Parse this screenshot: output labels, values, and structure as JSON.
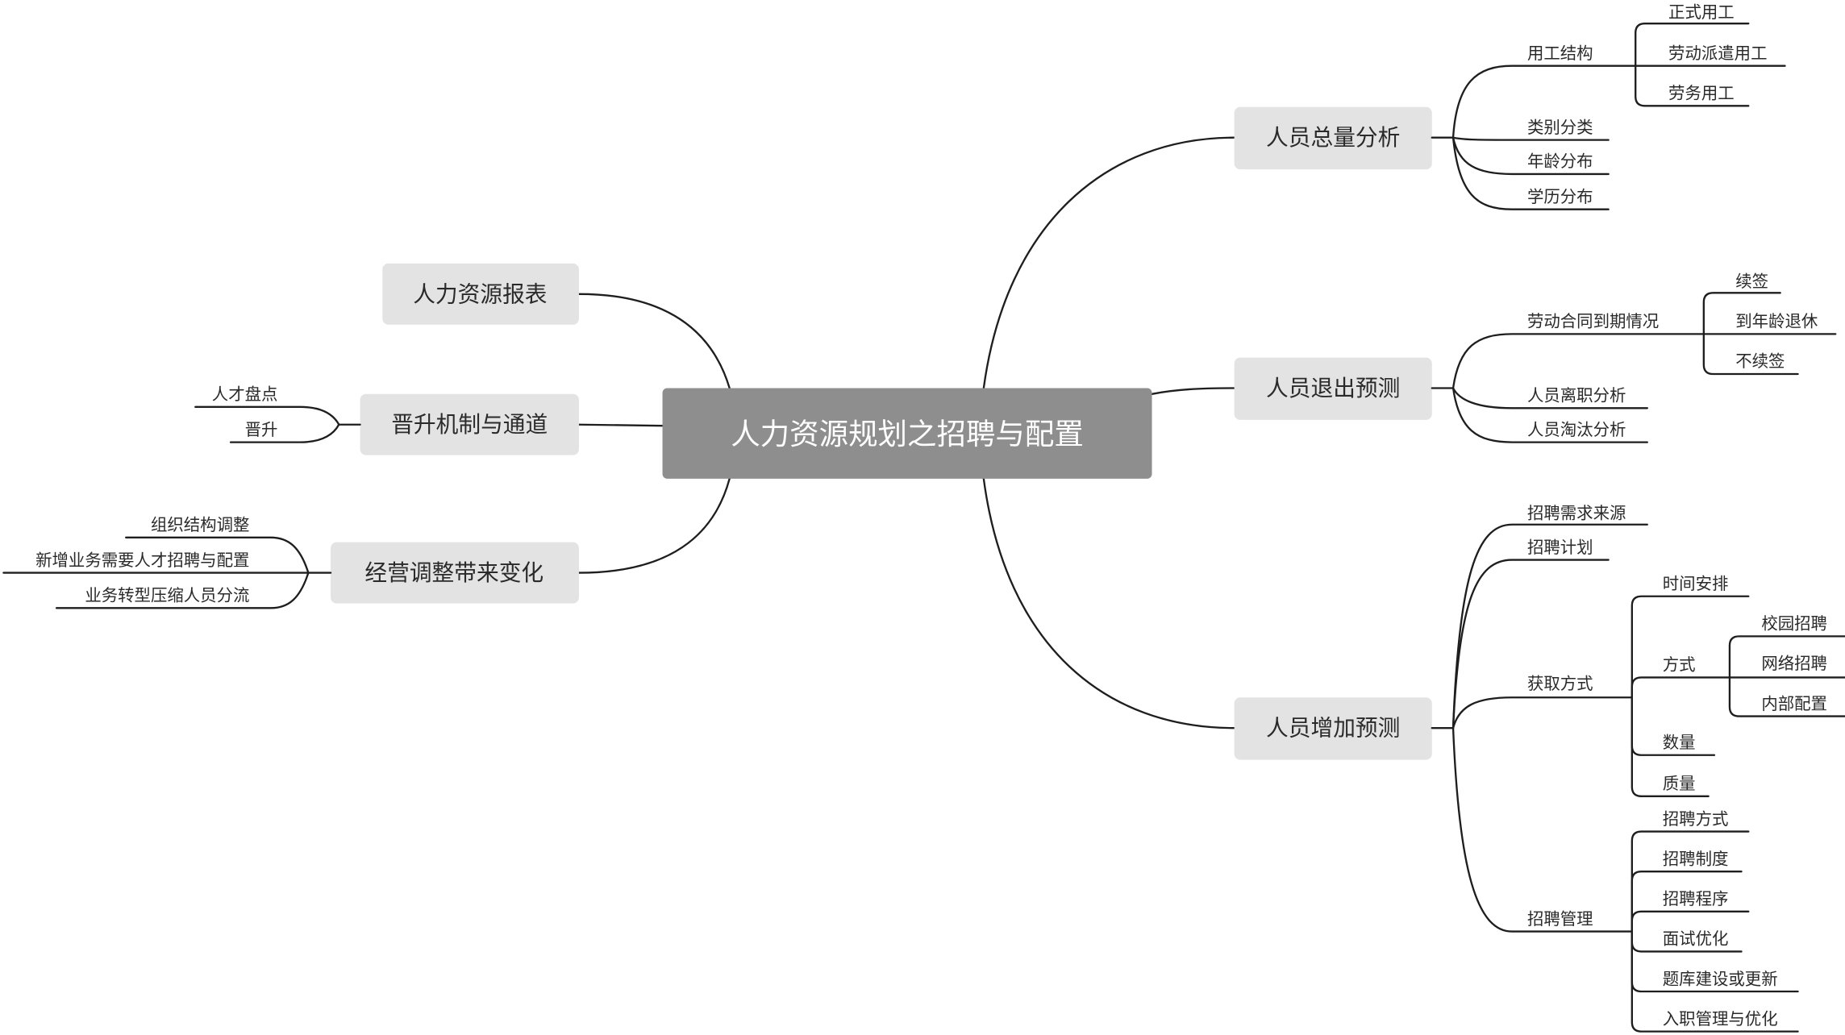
{
  "central_topic": "人力资源规划之招聘与配置",
  "right_topics": [
    {
      "label": "人员总量分析",
      "subtopics": [
        {
          "label": "用工结构",
          "subtopics": [
            {
              "label": "正式用工"
            },
            {
              "label": "劳动派遣用工"
            },
            {
              "label": "劳务用工"
            }
          ]
        },
        {
          "label": "类别分类"
        },
        {
          "label": "年龄分布"
        },
        {
          "label": "学历分布"
        }
      ]
    },
    {
      "label": "人员退出预测",
      "subtopics": [
        {
          "label": "劳动合同到期情况",
          "subtopics": [
            {
              "label": "续签"
            },
            {
              "label": "到年龄退休"
            },
            {
              "label": "不续签"
            }
          ]
        },
        {
          "label": "人员离职分析"
        },
        {
          "label": "人员淘汰分析"
        }
      ]
    },
    {
      "label": "人员增加预测",
      "subtopics": [
        {
          "label": "招聘需求来源"
        },
        {
          "label": "招聘计划"
        },
        {
          "label": "获取方式",
          "subtopics": [
            {
              "label": "时间安排"
            },
            {
              "label": "方式",
              "subtopics": [
                {
                  "label": "校园招聘"
                },
                {
                  "label": "网络招聘"
                },
                {
                  "label": "内部配置"
                }
              ]
            },
            {
              "label": "数量"
            },
            {
              "label": "质量"
            }
          ]
        },
        {
          "label": "招聘管理",
          "subtopics": [
            {
              "label": "招聘方式"
            },
            {
              "label": "招聘制度"
            },
            {
              "label": "招聘程序"
            },
            {
              "label": "面试优化"
            },
            {
              "label": "题库建设或更新"
            },
            {
              "label": "入职管理与优化"
            }
          ]
        }
      ]
    }
  ],
  "left_topics": [
    {
      "label": "人力资源报表"
    },
    {
      "label": "晋升机制与通道",
      "subtopics": [
        {
          "label": "人才盘点"
        },
        {
          "label": "晋升"
        }
      ]
    },
    {
      "label": "经营调整带来变化",
      "subtopics": [
        {
          "label": "组织结构调整"
        },
        {
          "label": "新增业务需要人才招聘与配置"
        },
        {
          "label": "业务转型压缩人员分流"
        }
      ]
    }
  ]
}
